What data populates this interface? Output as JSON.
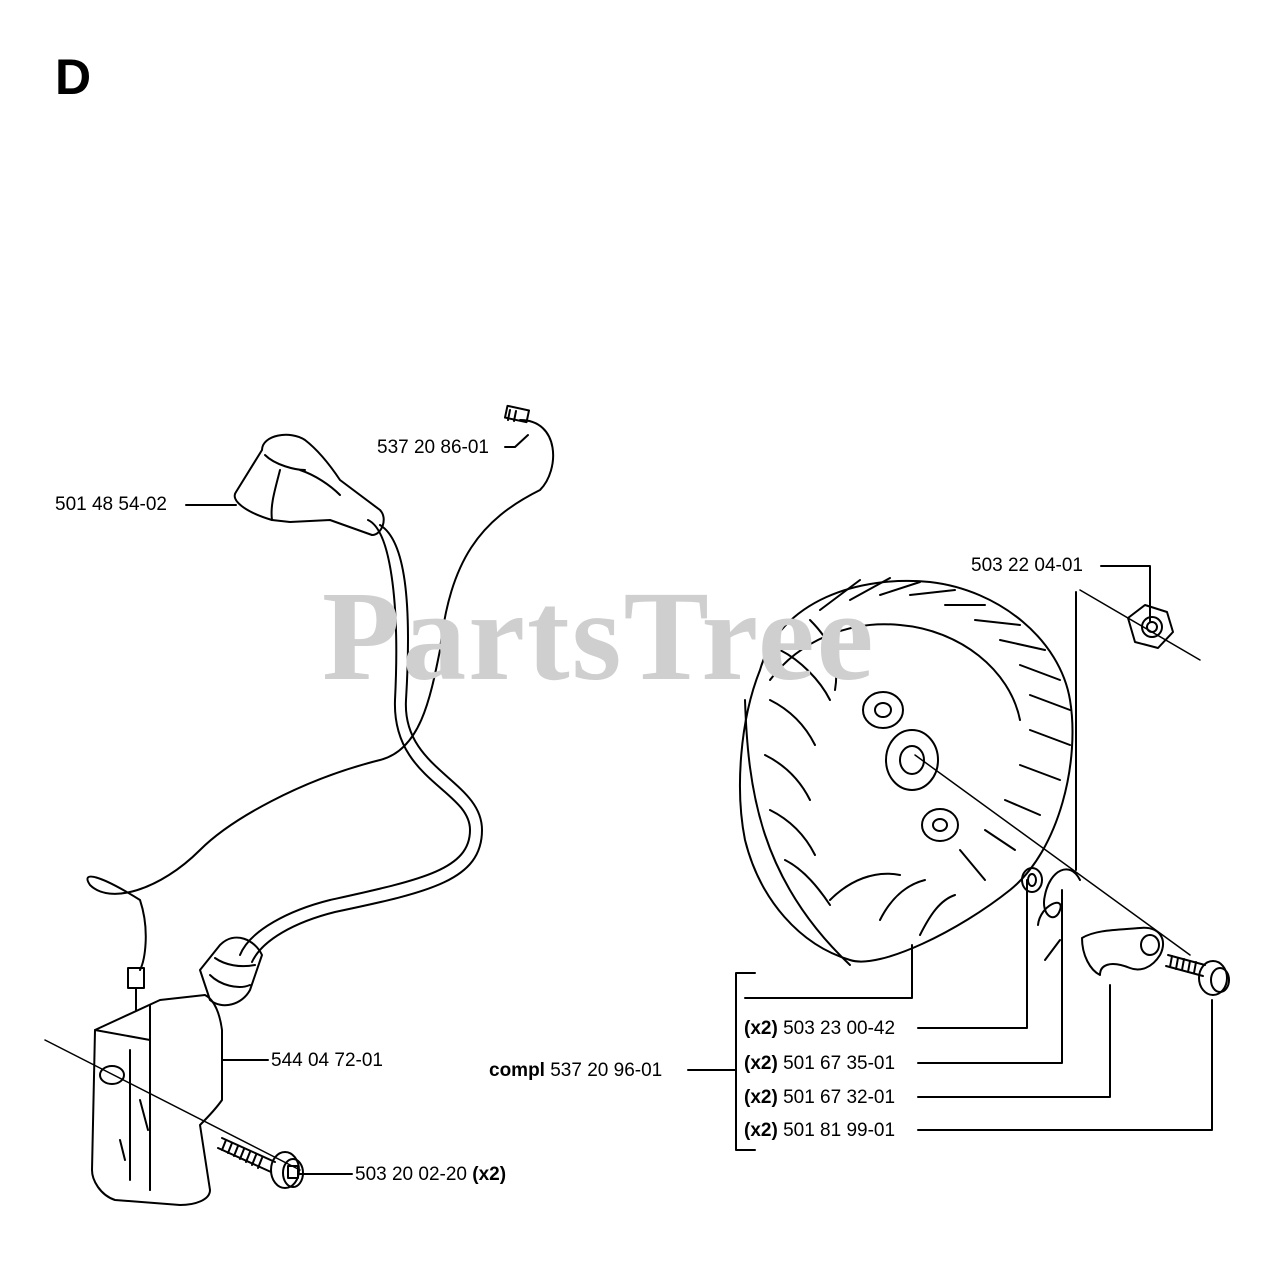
{
  "section_letter": "D",
  "watermark": "PartsTree",
  "parts": {
    "cable_terminal": {
      "number": "537 20 86-01"
    },
    "plug_cap": {
      "number": "501 48 54-02"
    },
    "ignition_module": {
      "number": "544 04 72-01"
    },
    "module_screw": {
      "number": "503 20 02-20",
      "qty": "(x2)"
    },
    "flywheel_nut": {
      "number": "503 22 04-01"
    },
    "flywheel_compl": {
      "prefix": "compl",
      "number": "537 20 96-01"
    },
    "washer": {
      "qty": "(x2)",
      "number": "503 23 00-42"
    },
    "spring": {
      "qty": "(x2)",
      "number": "501 67 35-01"
    },
    "pawl": {
      "qty": "(x2)",
      "number": "501 67 32-01"
    },
    "pawl_screw": {
      "qty": "(x2)",
      "number": "501 81 99-01"
    }
  }
}
